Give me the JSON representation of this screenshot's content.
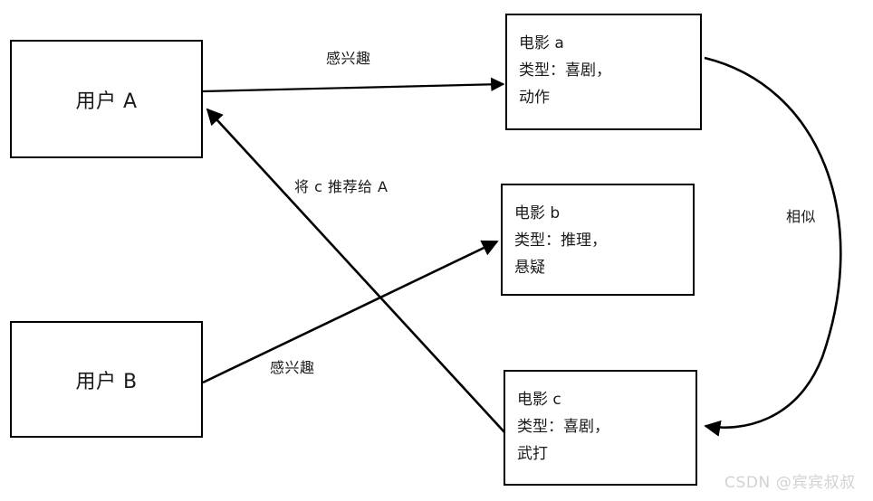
{
  "diagram": {
    "title": "collaborative-filtering-recommendation",
    "stroke_color": "#000000",
    "background_color": "#ffffff",
    "text_color": "#1a1a1a",
    "watermark_color": "#d2d2d2"
  },
  "nodes": {
    "user_a": {
      "label": "用户 A"
    },
    "user_b": {
      "label": "用户 B"
    },
    "movie_a": {
      "name": "电影 a",
      "genre": "类型：喜剧，",
      "genre2": "动作"
    },
    "movie_b": {
      "name": "电影 b",
      "genre": "类型：推理，",
      "genre2": "悬疑"
    },
    "movie_c": {
      "name": "电影 c",
      "genre": "类型：喜剧，",
      "genre2": "武打"
    }
  },
  "edges": {
    "a_to_movie_a": {
      "label": "感兴趣"
    },
    "b_to_movie_b": {
      "label": "感兴趣"
    },
    "movie_c_to_a": {
      "label": "将 c 推荐给 A"
    },
    "similar": {
      "label": "相似"
    }
  },
  "watermark": {
    "text": "CSDN @宾宾叔叔"
  }
}
